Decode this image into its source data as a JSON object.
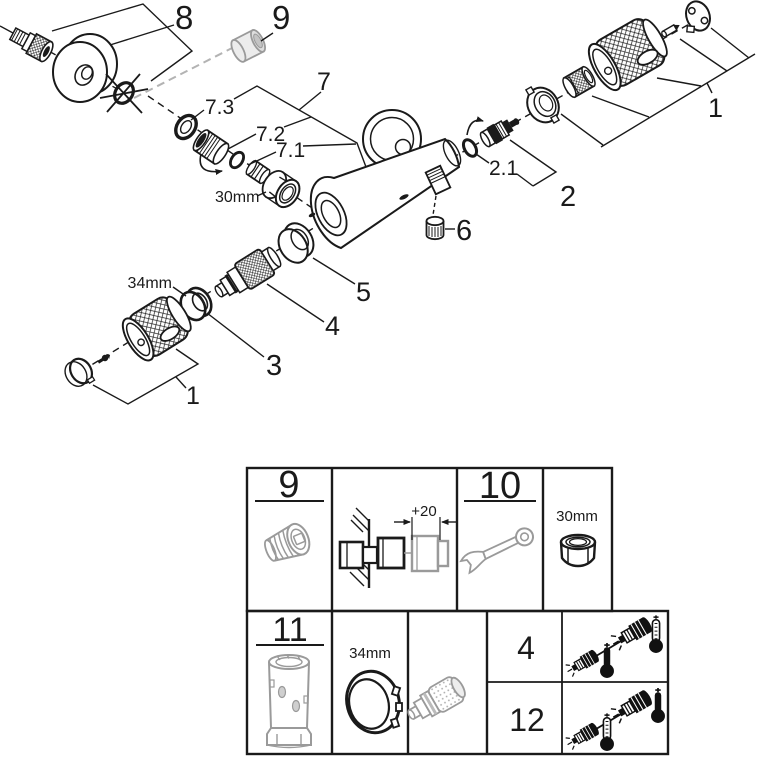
{
  "diagram": {
    "title_semantic": "exploded-parts-diagram-shower-mixer",
    "labels": {
      "part8": "8",
      "part9": "9",
      "part7": "7",
      "part7_3": "7.3",
      "part7_2": "7.2",
      "part7_1": "7.1",
      "nut_size": "30mm",
      "part1_right": "1",
      "part2_1": "2.1",
      "part2": "2",
      "part6": "6",
      "part5": "5",
      "part4": "4",
      "part3": "3",
      "ring_size": "34mm",
      "part1_left": "1"
    }
  },
  "spares_table": {
    "cells": {
      "tool9": "9",
      "extension": "+20",
      "tool10": "10",
      "nut_size": "30mm",
      "tool11": "11",
      "ring_size": "34mm",
      "part4": "4",
      "part12": "12"
    },
    "icons": {
      "cell9": "socket-extension-icon",
      "cell_extension": "wall-extension-section-icon",
      "cell10": "wrench-icon",
      "cell_nut": "hex-nut-icon",
      "cell11": "cartridge-tool-icon",
      "cell_ring": "notched-ring-icon",
      "cell_cartridge": "thermostatic-cartridge-icon",
      "cell4_12": "cartridge-orientation-thermometer-icon"
    }
  },
  "colors": {
    "line": "#1a1a1a",
    "gray_part": "#9a9a9a",
    "gray_dash": "#b3b3b3",
    "background": "#ffffff"
  }
}
